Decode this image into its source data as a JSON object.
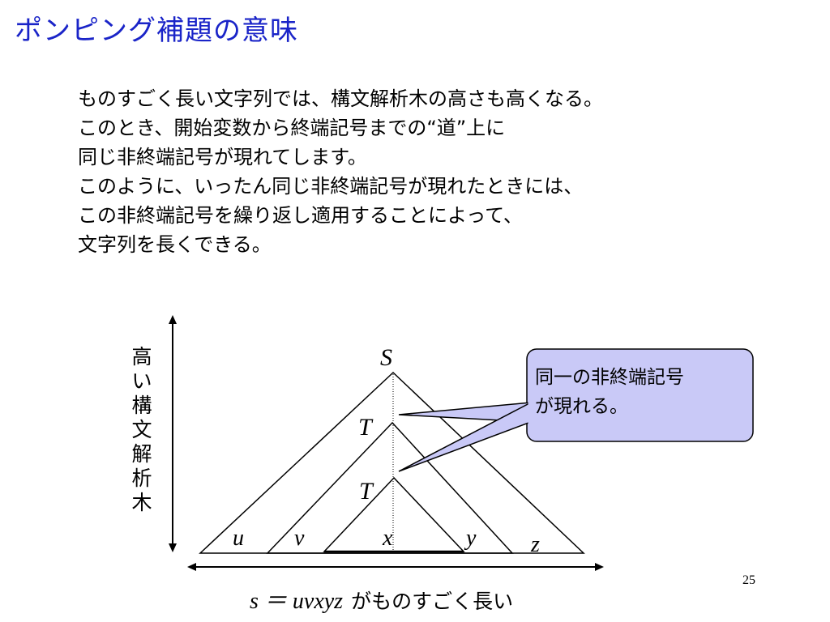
{
  "slide": {
    "title": "ポンピング補題の意味",
    "page_number": "25"
  },
  "body": {
    "lines": [
      "ものすごく長い文字列では、構文解析木の高さも高くなる。",
      "このとき、開始変数から終端記号までの“道”上に",
      "同じ非終端記号が現れてします。",
      "このように、いったん同じ非終端記号が現れたときには、",
      "この非終端記号を繰り返し適用することによって、",
      "文字列を長くできる。"
    ]
  },
  "diagram": {
    "height_label": [
      "高",
      "い",
      "構",
      "文",
      "解",
      "析",
      "木"
    ],
    "root_label": "S",
    "node_label_upper": "T",
    "node_label_lower": "T",
    "leaf_labels": [
      "u",
      "v",
      "x",
      "y",
      "z"
    ],
    "callout": [
      "同一の非終端記号",
      "が現れる。"
    ],
    "callout_fill": "#c9c9f7",
    "formula_math": "s ＝ uvxyz",
    "formula_text": "がものすごく長い"
  }
}
